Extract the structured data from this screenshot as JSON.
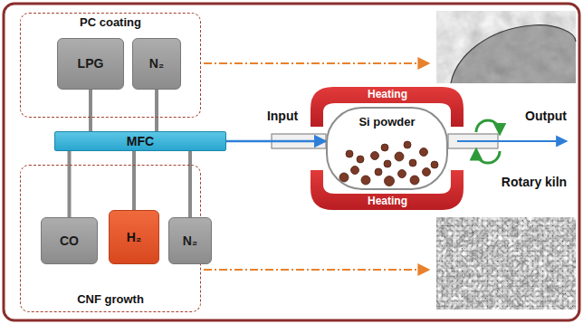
{
  "diagram": {
    "nodes": [
      {
        "text": [
          "PC coating"
        ]
      },
      {
        "text": [
          "LPG"
        ],
        "in": 0
      },
      {
        "text": [
          "N₂"
        ],
        "in": 0
      },
      {
        "text": [
          "MFC"
        ]
      },
      {
        "text": [
          "CNF growth"
        ]
      },
      {
        "text": [
          "CO"
        ],
        "in": 4
      },
      {
        "text": [
          "H₂"
        ],
        "in": 4
      },
      {
        "text": [
          "N₂"
        ],
        "in": 4
      },
      {
        "text": [
          "Si powder"
        ]
      }
    ],
    "edges": [
      {
        "from": 1,
        "to": 3,
        "arrow": "none"
      },
      {
        "from": 2,
        "to": 3,
        "arrow": "none"
      },
      {
        "from": 3,
        "to": 5,
        "arrow": "none"
      },
      {
        "from": 3,
        "to": 6,
        "arrow": "none"
      },
      {
        "from": 3,
        "to": 7,
        "arrow": "none"
      },
      {
        "from": 3,
        "to": 8,
        "arrow": "to"
      }
    ],
    "labels": [
      "Heating",
      "Heating",
      "Input",
      "Output",
      "Rotary kiln"
    ]
  }
}
